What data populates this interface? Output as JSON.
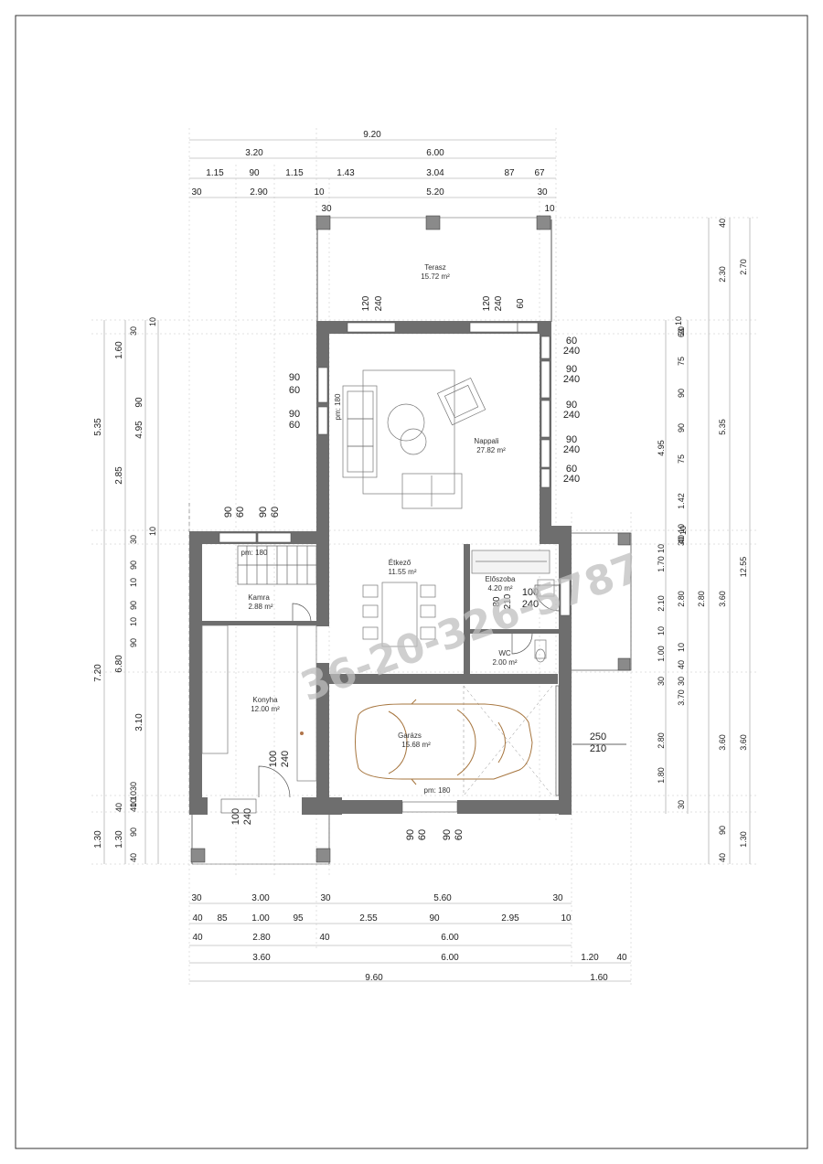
{
  "rooms": {
    "terasz": {
      "name": "Terasz",
      "area": "15.72 m²"
    },
    "nappali": {
      "name": "Nappali",
      "area": "27.82 m²"
    },
    "etkezo": {
      "name": "Étkező",
      "area": "11.55 m²"
    },
    "eloszoba": {
      "name": "Előszoba",
      "area": "4.20 m²"
    },
    "kamra": {
      "name": "Kamra",
      "area": "2.88 m²"
    },
    "wc": {
      "name": "WC",
      "area": "2.00 m²"
    },
    "konyha": {
      "name": "Konyha",
      "area": "12.00 m²"
    },
    "garazs": {
      "name": "Garázs",
      "area": "15.68 m²"
    }
  },
  "notes": {
    "pm_living": "pm: 180",
    "pm_stair": "pm: 180",
    "pm_garage": "pm: 180"
  },
  "watermark": "36-20-326-5787",
  "dims_top": {
    "total": "9.20",
    "r2": [
      "3.20",
      "6.00"
    ],
    "r3": [
      "1.15",
      "90",
      "1.15",
      "1.43",
      "3.04",
      "87",
      "67"
    ],
    "r4": [
      "30",
      "2.90",
      "10",
      "5.20",
      "30"
    ],
    "r5": [
      "30",
      "10"
    ]
  },
  "dims_bottom": {
    "r1": [
      "30",
      "3.00",
      "30",
      "5.60",
      "30"
    ],
    "r2": [
      "40",
      "85",
      "1.00",
      "95",
      "2.55",
      "90",
      "2.95",
      "10"
    ],
    "r3": [
      "40",
      "2.80",
      "40",
      "6.00"
    ],
    "r4": [
      "3.60",
      "6.00",
      "1.20",
      "40"
    ],
    "r5": [
      "9.60",
      "1.60"
    ]
  },
  "dims_left": {
    "outer": [
      "5.35",
      "7.20",
      "1.30"
    ],
    "mid1": [
      "1.60",
      "2.85",
      "6.80",
      "1.30"
    ],
    "mid2": [
      "90",
      "4.95",
      "3.10"
    ],
    "inner": [
      "30",
      "10",
      "30",
      "10",
      "90",
      "10",
      "90",
      "10",
      "90",
      "10",
      "30",
      "40",
      "90",
      "40",
      "10",
      "40"
    ]
  },
  "dims_right": {
    "c1": [
      "30",
      "1.42",
      "10",
      "30",
      "30",
      "10",
      "30"
    ],
    "c2": [
      "4.95",
      "10",
      "1.70",
      "2.10",
      "10",
      "1.00",
      "30",
      "2.80",
      "1.80"
    ],
    "c3": [
      "63",
      "75",
      "90",
      "90",
      "75",
      "40",
      "2.80",
      "40",
      "3.70"
    ],
    "c4": [
      "40",
      "2.30",
      "5.35",
      "3.60",
      "3.60",
      "90",
      "40"
    ],
    "c5": [
      "2.70",
      "12.55",
      "3.60",
      "1.30"
    ],
    "c6": [
      "10",
      "10"
    ]
  },
  "openings": {
    "terrace_win1": [
      "120",
      "240"
    ],
    "terrace_win2": [
      "120",
      "240",
      "60"
    ],
    "right_wins": [
      "60",
      "240",
      "90",
      "240",
      "90",
      "240",
      "90",
      "240",
      "60",
      "240"
    ],
    "left_wins": [
      "90",
      "60",
      "90",
      "60"
    ],
    "kitchen_top": [
      "90",
      "60",
      "90",
      "60"
    ],
    "foyer_door": [
      "80",
      "210"
    ],
    "entry_door": [
      "100",
      "240"
    ],
    "kitchen_door": [
      "100",
      "240"
    ],
    "kitchen_bottom": [
      "100",
      "240"
    ],
    "garage_bottom": [
      "90",
      "60",
      "90",
      "60"
    ],
    "garage_door": [
      "250",
      "210"
    ]
  },
  "colors": {
    "wall": "#6e6e6e",
    "line": "#555555",
    "car": "#a6753e",
    "watermark": "#bfbfbf"
  }
}
